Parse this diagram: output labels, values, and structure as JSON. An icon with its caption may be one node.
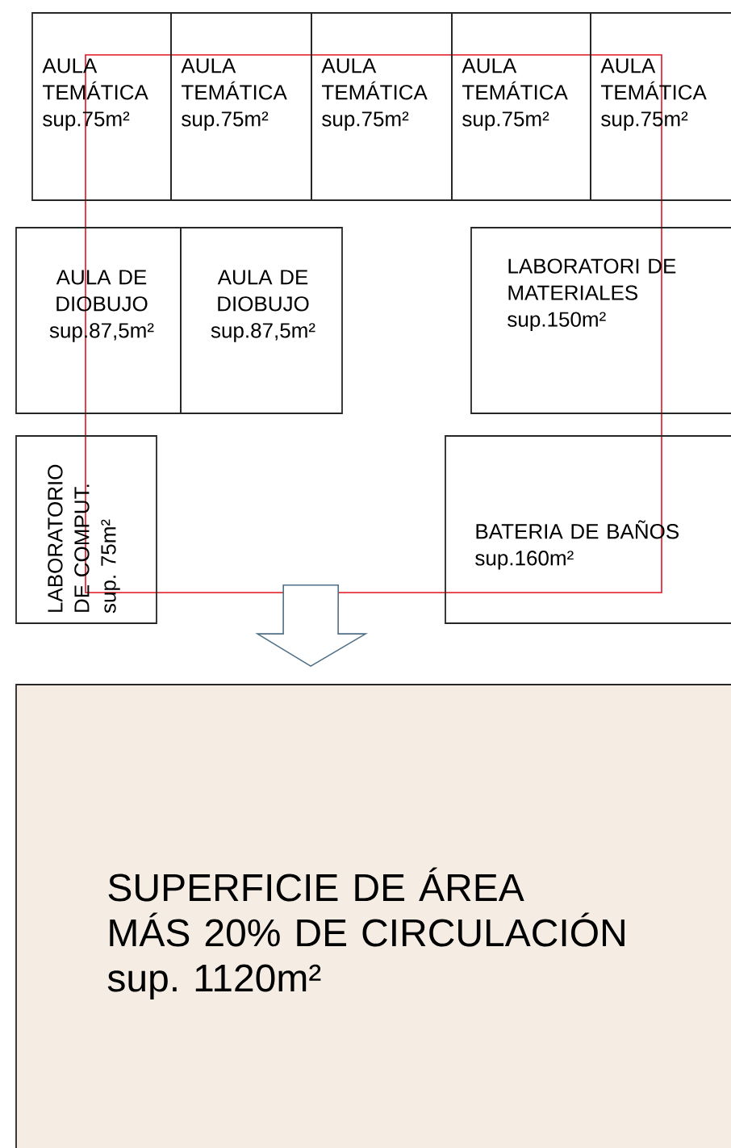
{
  "diagram": {
    "nodes": [
      {
        "text": [],
        "shape": "box"
      },
      {
        "text": [
          "AULA TEMÁTICA",
          "sup.75m²"
        ]
      },
      {
        "text": [
          "AULA TEMÁTICA",
          "sup.75m²"
        ]
      },
      {
        "text": [
          "AULA TEMÁTICA",
          "sup.75m²"
        ]
      },
      {
        "text": [
          "AULA TEMÁTICA",
          "sup.75m²"
        ]
      },
      {
        "text": [
          "AULA TEMÁTICA",
          "sup.75m²"
        ]
      },
      {
        "text": [
          "AULA DE DIOBUJO",
          "sup.87,5m²"
        ]
      },
      {
        "text": [
          "AULA DE DIOBUJO",
          "sup.87,5m²"
        ],
        "in": 0
      },
      {
        "text": [
          "LABORATORI DE MATERIALES",
          "sup.150m²"
        ]
      },
      {
        "text": [
          "LABORATORIO DE COMPUT.",
          "sup. 75m²"
        ]
      },
      {
        "text": [
          "BATERIA DE BAÑOS",
          "sup.160m²"
        ]
      },
      {
        "text": [
          "SUPERFICIE DE ÁREA",
          "MÁS 20% DE CIRCULACIÓN",
          "sup. 1120m²"
        ]
      }
    ],
    "edges": [
      {
        "from": 0,
        "to": 11,
        "arrow": "to"
      }
    ]
  }
}
